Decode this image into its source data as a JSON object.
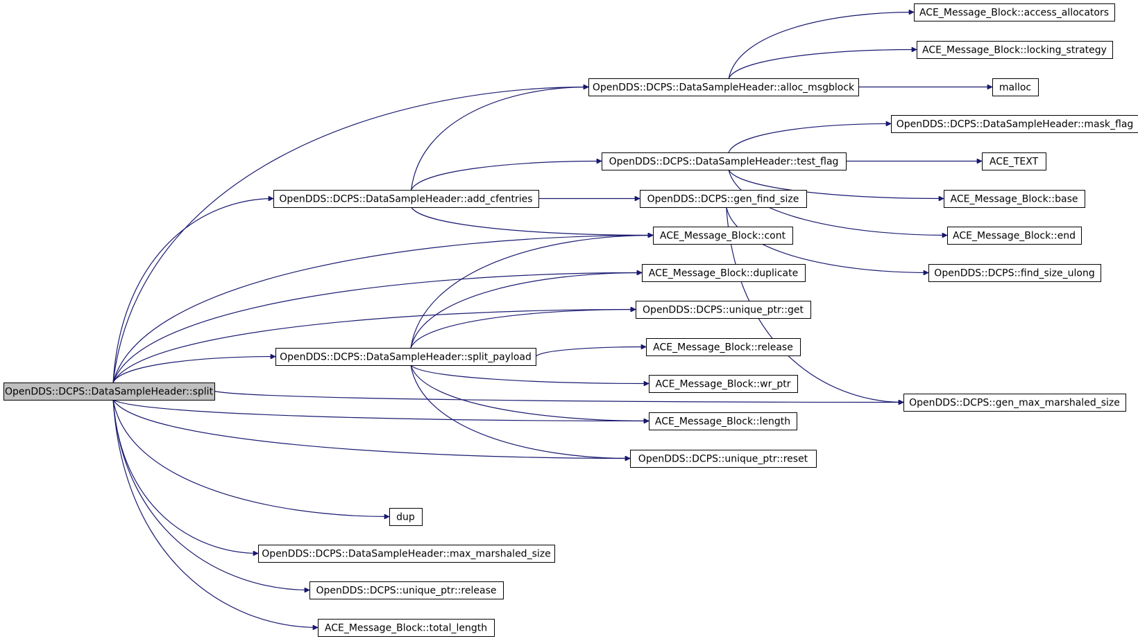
{
  "diagram": {
    "type": "call-graph",
    "colors": {
      "edge": "#191970",
      "root_fill": "#bfbfbf",
      "node_fill": "#ffffff",
      "node_border": "#000000"
    },
    "nodes": [
      {
        "id": "split",
        "label": "OpenDDS::DCPS::DataSampleHeader::split",
        "root": true
      },
      {
        "id": "add_cfentries",
        "label": "OpenDDS::DCPS::DataSampleHeader::add_cfentries"
      },
      {
        "id": "split_payload",
        "label": "OpenDDS::DCPS::DataSampleHeader::split_payload"
      },
      {
        "id": "dup",
        "label": "dup"
      },
      {
        "id": "max_marshaled_size",
        "label": "OpenDDS::DCPS::DataSampleHeader::max_marshaled_size"
      },
      {
        "id": "up_release",
        "label": "OpenDDS::DCPS::unique_ptr::release"
      },
      {
        "id": "total_length",
        "label": "ACE_Message_Block::total_length"
      },
      {
        "id": "alloc_msgblock",
        "label": "OpenDDS::DCPS::DataSampleHeader::alloc_msgblock"
      },
      {
        "id": "test_flag",
        "label": "OpenDDS::DCPS::DataSampleHeader::test_flag"
      },
      {
        "id": "gen_find_size",
        "label": "OpenDDS::DCPS::gen_find_size"
      },
      {
        "id": "cont",
        "label": "ACE_Message_Block::cont"
      },
      {
        "id": "duplicate",
        "label": "ACE_Message_Block::duplicate"
      },
      {
        "id": "up_get",
        "label": "OpenDDS::DCPS::unique_ptr::get"
      },
      {
        "id": "mb_release",
        "label": "ACE_Message_Block::release"
      },
      {
        "id": "wr_ptr",
        "label": "ACE_Message_Block::wr_ptr"
      },
      {
        "id": "length",
        "label": "ACE_Message_Block::length"
      },
      {
        "id": "up_reset",
        "label": "OpenDDS::DCPS::unique_ptr::reset"
      },
      {
        "id": "access_allocators",
        "label": "ACE_Message_Block::access_allocators"
      },
      {
        "id": "locking_strategy",
        "label": "ACE_Message_Block::locking_strategy"
      },
      {
        "id": "malloc",
        "label": "malloc"
      },
      {
        "id": "mask_flag",
        "label": "OpenDDS::DCPS::DataSampleHeader::mask_flag"
      },
      {
        "id": "ace_text",
        "label": "ACE_TEXT"
      },
      {
        "id": "base",
        "label": "ACE_Message_Block::base"
      },
      {
        "id": "end",
        "label": "ACE_Message_Block::end"
      },
      {
        "id": "find_size_ulong",
        "label": "OpenDDS::DCPS::find_size_ulong"
      },
      {
        "id": "gen_max_marshaled_size",
        "label": "OpenDDS::DCPS::gen_max_marshaled_size"
      }
    ],
    "edges": [
      [
        "split",
        "alloc_msgblock"
      ],
      [
        "split",
        "add_cfentries"
      ],
      [
        "split",
        "cont"
      ],
      [
        "split",
        "duplicate"
      ],
      [
        "split",
        "up_get"
      ],
      [
        "split",
        "split_payload"
      ],
      [
        "split",
        "length"
      ],
      [
        "split",
        "up_reset"
      ],
      [
        "split",
        "gen_max_marshaled_size"
      ],
      [
        "split",
        "dup"
      ],
      [
        "split",
        "max_marshaled_size"
      ],
      [
        "split",
        "up_release"
      ],
      [
        "split",
        "total_length"
      ],
      [
        "add_cfentries",
        "alloc_msgblock"
      ],
      [
        "add_cfentries",
        "test_flag"
      ],
      [
        "add_cfentries",
        "gen_find_size"
      ],
      [
        "add_cfentries",
        "cont"
      ],
      [
        "split_payload",
        "cont"
      ],
      [
        "split_payload",
        "duplicate"
      ],
      [
        "split_payload",
        "up_get"
      ],
      [
        "split_payload",
        "mb_release"
      ],
      [
        "split_payload",
        "wr_ptr"
      ],
      [
        "split_payload",
        "length"
      ],
      [
        "split_payload",
        "up_reset"
      ],
      [
        "alloc_msgblock",
        "access_allocators"
      ],
      [
        "alloc_msgblock",
        "locking_strategy"
      ],
      [
        "alloc_msgblock",
        "malloc"
      ],
      [
        "test_flag",
        "mask_flag"
      ],
      [
        "test_flag",
        "ace_text"
      ],
      [
        "test_flag",
        "base"
      ],
      [
        "test_flag",
        "end"
      ],
      [
        "gen_find_size",
        "find_size_ulong"
      ],
      [
        "gen_find_size",
        "gen_max_marshaled_size"
      ]
    ]
  }
}
